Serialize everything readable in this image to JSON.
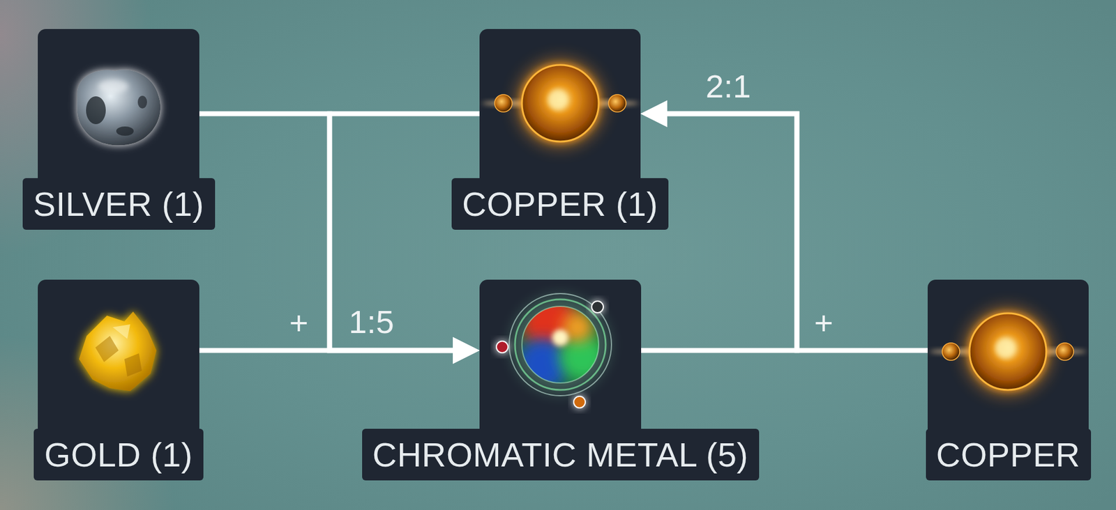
{
  "diagram": {
    "nodes": [
      {
        "text": [
          "SILVER (1)"
        ]
      },
      {
        "text": [
          "COPPER (1)"
        ]
      },
      {
        "text": [
          "GOLD (1)"
        ]
      },
      {
        "text": [
          "CHROMATIC METAL (5)"
        ]
      },
      {
        "text": [
          "COPPER"
        ]
      }
    ],
    "edges": [
      {
        "from": 0,
        "to": 3,
        "arrow": "to"
      },
      {
        "from": 1,
        "to": 3,
        "arrow": "to"
      },
      {
        "from": 2,
        "to": 3,
        "arrow": "to",
        "label": "1:5"
      },
      {
        "from": 3,
        "to": 1,
        "arrow": "to"
      },
      {
        "from": 4,
        "to": 1,
        "arrow": "to",
        "label": "2:1"
      }
    ],
    "labels": [
      "+",
      "+"
    ]
  }
}
